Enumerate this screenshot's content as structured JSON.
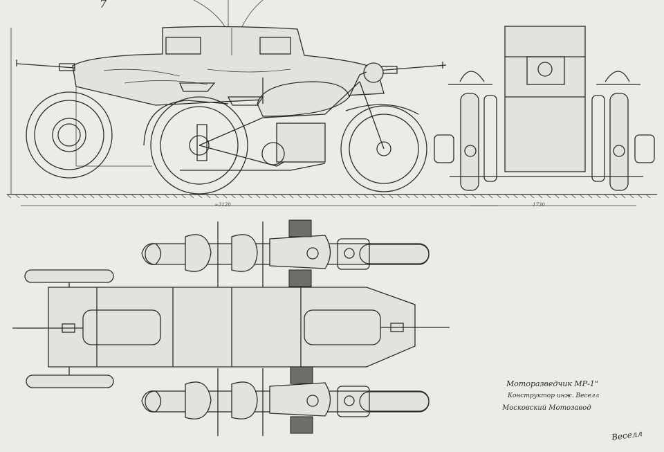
{
  "sheet": {
    "number": "7",
    "dimensions": {
      "overall_length": "≈3120",
      "overall_width": "1730"
    },
    "title_block": {
      "title": "Моторазведчик МР-1\"",
      "designer": "Конструктор инж. Веселл",
      "factory": "Московский Мотозавод"
    },
    "signature": "Веселл"
  },
  "icons": {
    "front_gun": "machine-gun-barrel-icon",
    "rear_gun": "machine-gun-barrel-icon",
    "wheel": "spoked-wheel-icon",
    "engine": "boxer-engine-icon"
  },
  "colors": {
    "paper": "#ebebe8",
    "ink": "#2a2a2a"
  }
}
